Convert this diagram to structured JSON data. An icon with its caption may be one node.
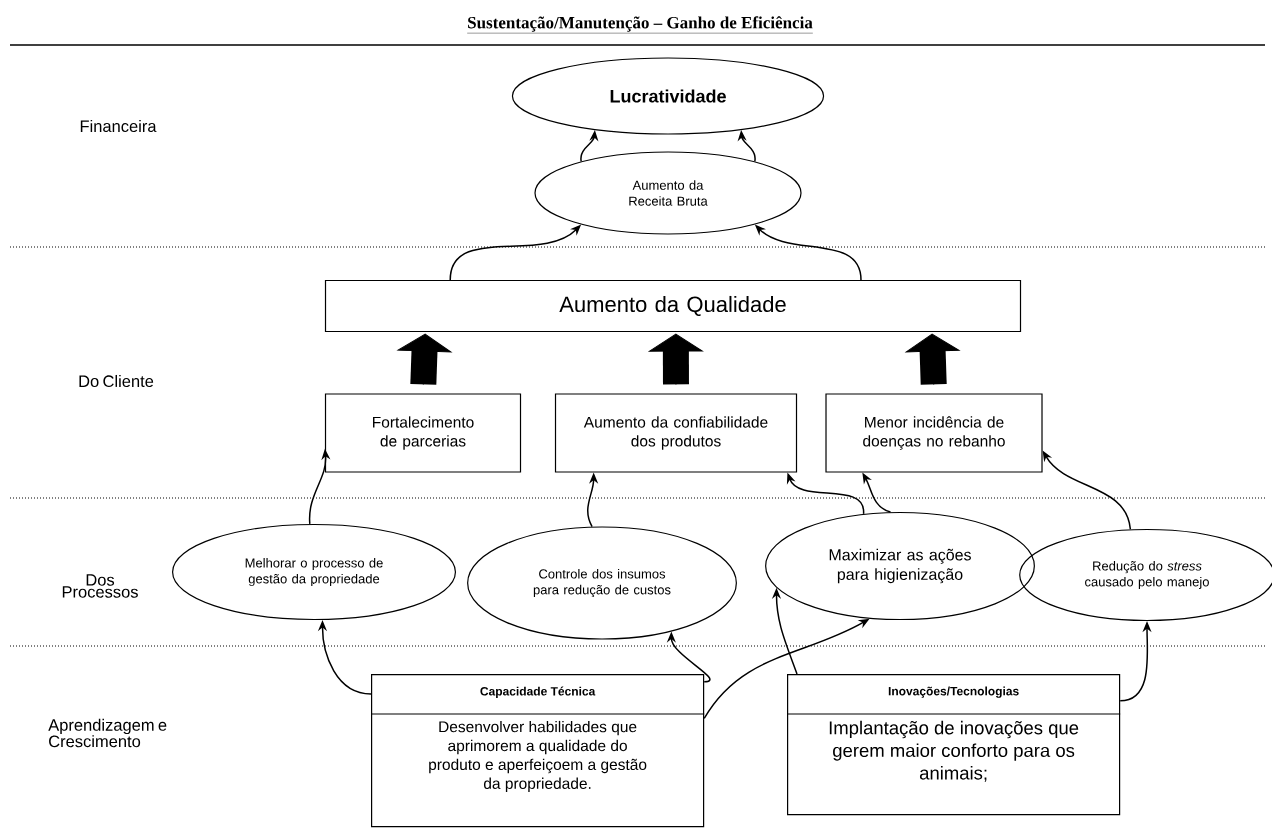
{
  "diagram": {
    "title": "Sustentação/Manutenção – Ganho de Eficiência",
    "nodes": [
      {
        "text": [
          "Lucratividade"
        ]
      },
      {
        "text": [
          "Aumento da Receita Bruta"
        ]
      },
      {
        "text": [
          "Aumento da Qualidade"
        ]
      },
      {
        "text": [
          "Fortalecimento de parcerias"
        ]
      },
      {
        "text": [
          "Aumento da confiabilidade dos produtos"
        ]
      },
      {
        "text": [
          "Menor incidência de doenças no rebanho"
        ]
      },
      {
        "text": [
          "Melhorar o processo de gestão da propriedade"
        ]
      },
      {
        "text": [
          "Controle dos insumos para redução de custos"
        ]
      },
      {
        "text": [
          "Maximizar as ações para higienização"
        ]
      },
      {
        "text": [
          "Redução do *stress* causado pelo manejo"
        ]
      },
      {
        "text": [
          "Capacidade Técnica",
          "Desenvolver habilidades que aprimorem a qualidade do produto e aperfeiçoem a gestão da propriedade."
        ]
      },
      {
        "text": [
          "Inovações/Tecnologias",
          "Implantação de inovações que gerem maior conforto para os animais;"
        ]
      }
    ],
    "edges": [
      {
        "from": 1,
        "to": 0,
        "arrow": "to"
      },
      {
        "from": 1,
        "to": 0,
        "arrow": "to"
      },
      {
        "from": 2,
        "to": 1,
        "arrow": "to"
      },
      {
        "from": 2,
        "to": 1,
        "arrow": "to"
      },
      {
        "from": 3,
        "to": 2,
        "arrow": "to",
        "style": "thick"
      },
      {
        "from": 4,
        "to": 2,
        "arrow": "to",
        "style": "thick"
      },
      {
        "from": 5,
        "to": 2,
        "arrow": "to",
        "style": "thick"
      },
      {
        "from": 6,
        "to": 3,
        "arrow": "to"
      },
      {
        "from": 7,
        "to": 4,
        "arrow": "to"
      },
      {
        "from": 8,
        "to": 4,
        "arrow": "to"
      },
      {
        "from": 8,
        "to": 5,
        "arrow": "to"
      },
      {
        "from": 9,
        "to": 5,
        "arrow": "to"
      },
      {
        "from": 10,
        "to": 6,
        "arrow": "to"
      },
      {
        "from": 10,
        "to": 7,
        "arrow": "to"
      },
      {
        "from": 10,
        "to": 8,
        "arrow": "to"
      },
      {
        "from": 11,
        "to": 8,
        "arrow": "to"
      },
      {
        "from": 11,
        "to": 9,
        "arrow": "to"
      }
    ],
    "labels": [
      "Financeira",
      "Do Cliente",
      "Dos Processos",
      "Aprendizagem e Crescimento"
    ]
  }
}
